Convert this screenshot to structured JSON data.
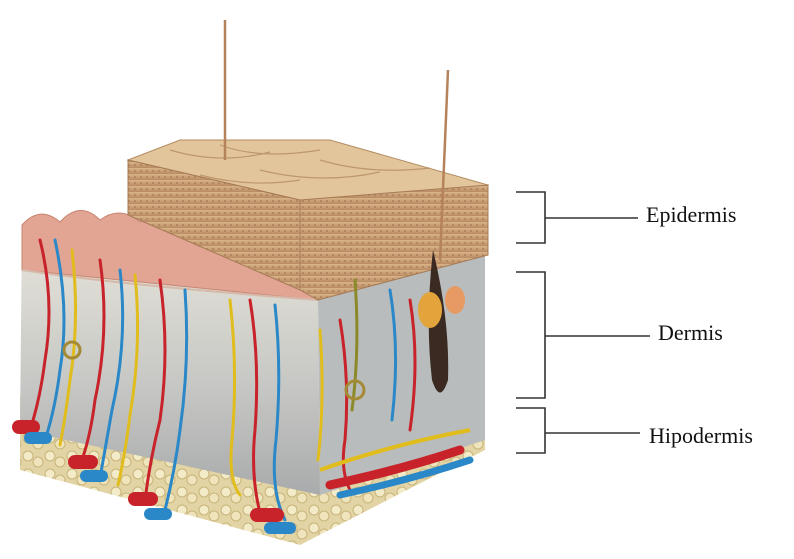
{
  "labels": {
    "epidermis": "Epidermis",
    "dermis": "Dermis",
    "hypodermis": "Hipodermis"
  },
  "colors": {
    "epidermis_top": "#e6c9a0",
    "epidermis_side": "#c9a07a",
    "dermis": "#cfcfc9",
    "dermis_top": "#e3a69a",
    "hypodermis_fat": "#e8dcb0",
    "artery": "#d1212a",
    "vein": "#2a8fd0",
    "nerve": "#e6c21d",
    "bracket": "#333333"
  },
  "icons": [
    "skin-cross-section-illustration"
  ]
}
